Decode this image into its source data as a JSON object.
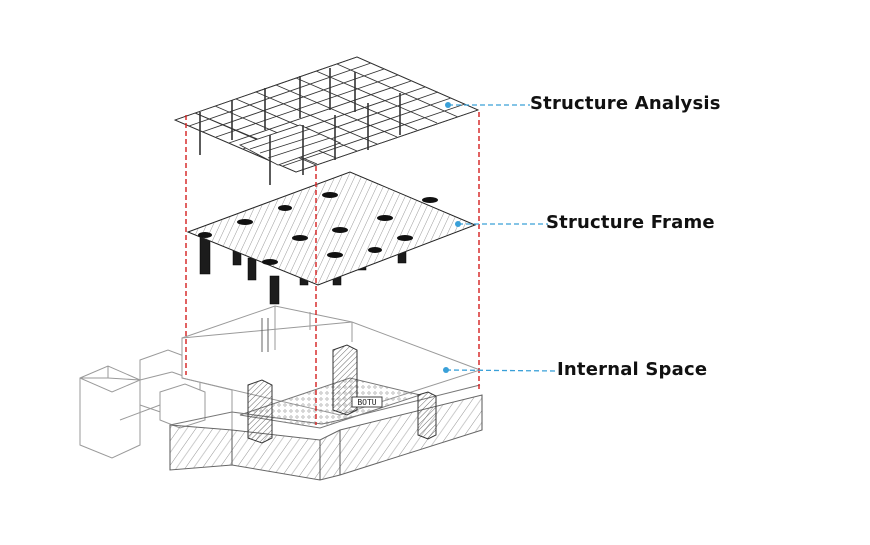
{
  "labels": {
    "structure_analysis": "Structure Analysis",
    "structure_frame": "Structure Frame",
    "internal_space": "Internal Space",
    "sign": "BOTU"
  },
  "colors": {
    "guide_red": "#d42020",
    "leader_blue": "#3aa0d8",
    "line_dark": "#222222",
    "line_light": "#9a9a9a"
  }
}
